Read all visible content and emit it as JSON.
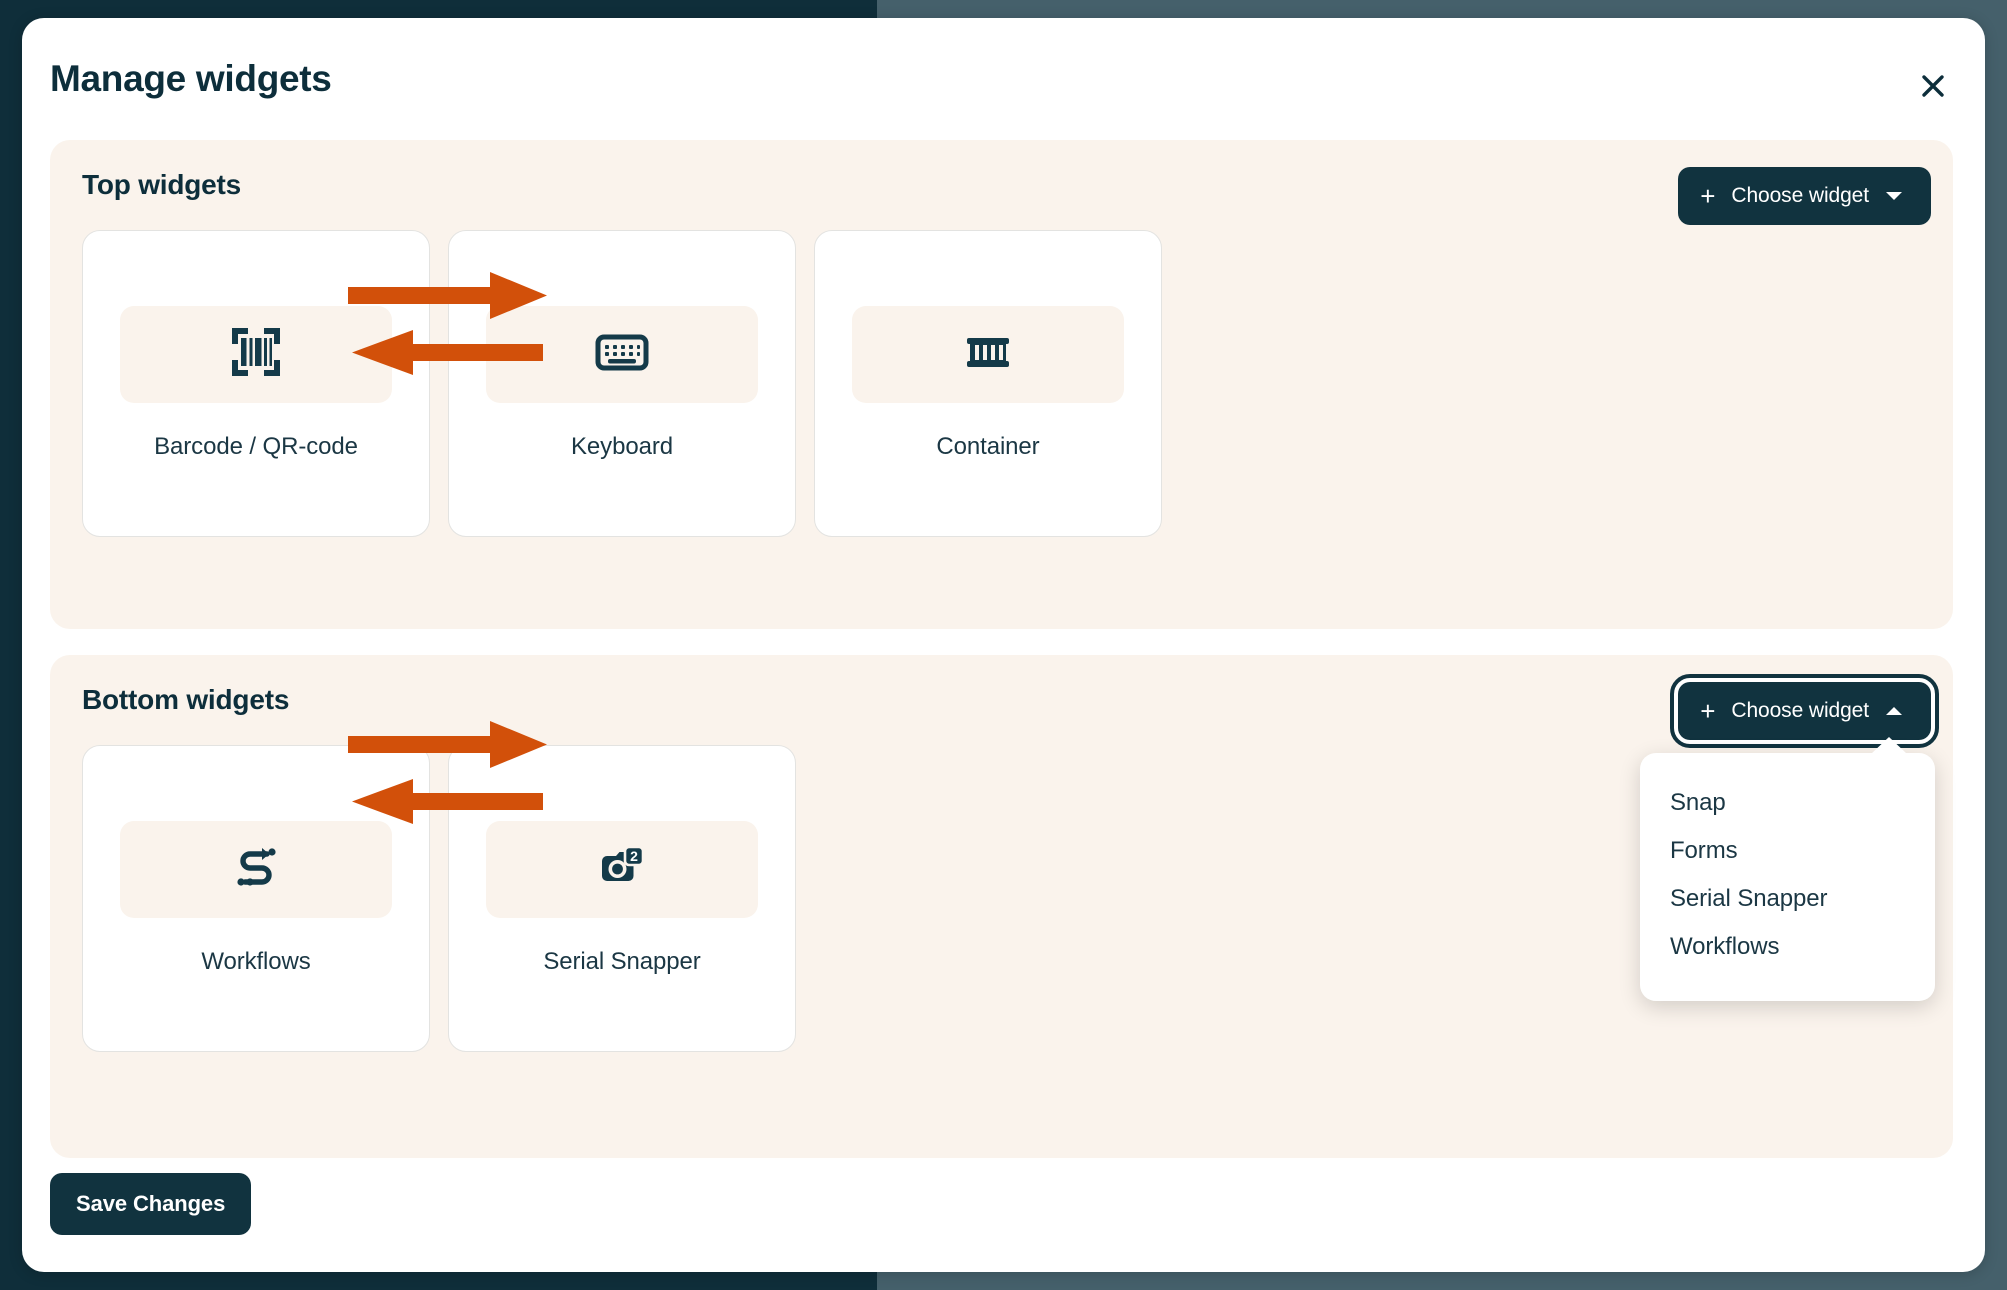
{
  "colors": {
    "backdrop_dark": "#0f2e3a",
    "backdrop_slate": "#45606b",
    "modal_bg": "#ffffff",
    "panel_bg": "#faf3ec",
    "brand_dark": "#11333f",
    "text_primary": "#0d2e3b",
    "annotation_orange": "#d2500a",
    "card_border": "#e3e3e1"
  },
  "modal": {
    "title": "Manage widgets",
    "close_icon": "close-icon"
  },
  "sections": [
    {
      "id": "top",
      "title": "Top widgets",
      "choose_button": {
        "label": "Choose widget",
        "plus_icon": "plus-icon",
        "caret_icon": "chevron-down-icon",
        "caret_glyph": "▼",
        "expanded": false
      },
      "widgets": [
        {
          "label": "Barcode / QR-code",
          "icon": "barcode-scan-icon"
        },
        {
          "label": "Keyboard",
          "icon": "keyboard-icon"
        },
        {
          "label": "Container",
          "icon": "container-crate-icon"
        }
      ]
    },
    {
      "id": "bottom",
      "title": "Bottom widgets",
      "choose_button": {
        "label": "Choose widget",
        "plus_icon": "plus-icon",
        "caret_icon": "chevron-up-icon",
        "caret_glyph": "▲",
        "expanded": true
      },
      "widgets": [
        {
          "label": "Workflows",
          "icon": "workflow-route-icon"
        },
        {
          "label": "Serial Snapper",
          "icon": "camera-badge-2-icon"
        }
      ]
    }
  ],
  "dropdown": {
    "open": true,
    "items": [
      {
        "label": "Snap"
      },
      {
        "label": "Forms"
      },
      {
        "label": "Serial Snapper"
      },
      {
        "label": "Workflows"
      }
    ]
  },
  "footer": {
    "save_label": "Save Changes"
  },
  "annotations": {
    "arrow_color": "#d2500a",
    "arrows": [
      {
        "name": "swap-arrow-top-right",
        "direction": "right"
      },
      {
        "name": "swap-arrow-top-left",
        "direction": "left"
      },
      {
        "name": "swap-arrow-bottom-right",
        "direction": "right"
      },
      {
        "name": "swap-arrow-bottom-left",
        "direction": "left"
      }
    ]
  }
}
